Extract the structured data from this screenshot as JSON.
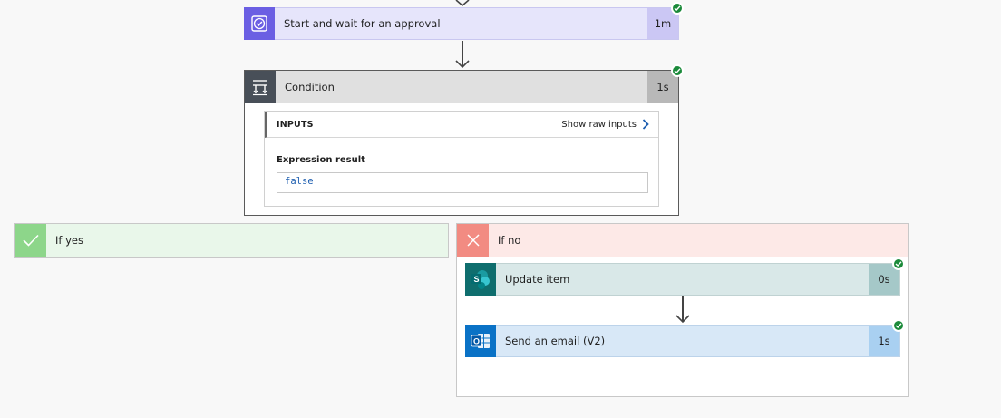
{
  "flow": {
    "approval": {
      "title": "Start and wait for an approval",
      "duration": "1m",
      "status": "succeeded"
    },
    "condition": {
      "title": "Condition",
      "duration": "1s",
      "status": "succeeded",
      "inputs_label": "INPUTS",
      "show_raw_label": "Show raw inputs",
      "expression_label": "Expression result",
      "expression_value": "false"
    },
    "branch_yes": {
      "label": "If yes"
    },
    "branch_no": {
      "label": "If no",
      "actions": [
        {
          "title": "Update item",
          "duration": "0s",
          "status": "succeeded",
          "icon": "sharepoint-icon",
          "icon_letter": "S"
        },
        {
          "title": "Send an email (V2)",
          "duration": "1s",
          "status": "succeeded",
          "icon": "outlook-icon",
          "icon_letter": "O"
        }
      ]
    }
  },
  "colors": {
    "approval_accent": "#6b5fe3",
    "condition_accent": "#484f58",
    "yes_accent": "#8dd68a",
    "no_accent": "#f28b82",
    "sharepoint_accent": "#0f6e6e",
    "outlook_accent": "#0a72c6",
    "success": "#1b8a3a"
  }
}
